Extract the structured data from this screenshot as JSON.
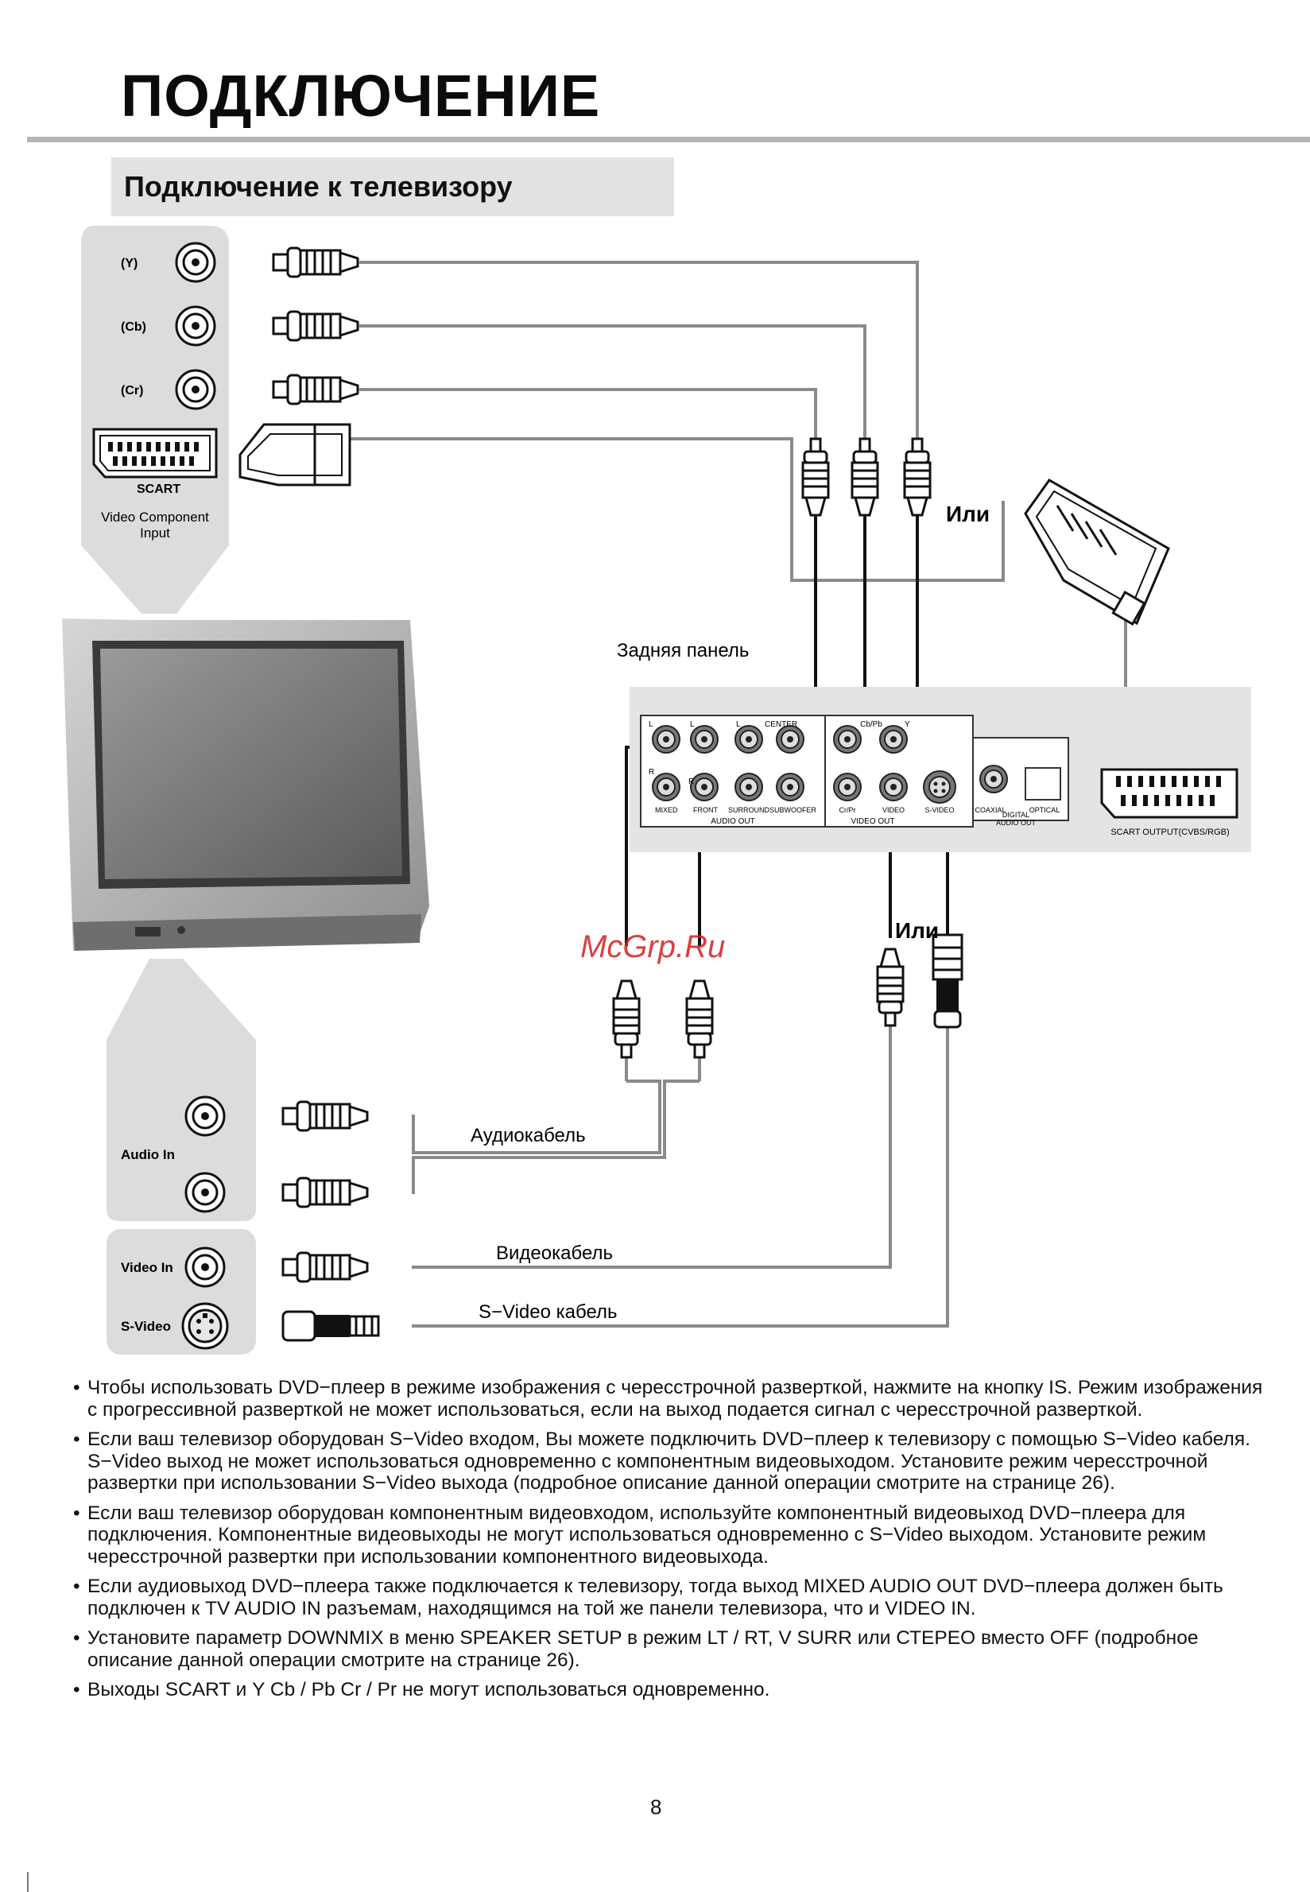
{
  "page": {
    "title": "ПОДКЛЮЧЕНИЕ",
    "section_heading": "Подключение к телевизору",
    "page_number": "8"
  },
  "tv_panel": {
    "jacks": {
      "y": "(Y)",
      "cb": "(Cb)",
      "cr": "(Cr)",
      "scart": "SCART"
    },
    "component_caption_line1": "Video Component",
    "component_caption_line2": "Input",
    "audio_in": "Audio In",
    "video_in": "Video In",
    "s_video": "S-Video"
  },
  "diagram": {
    "or_label_top": "Или",
    "or_label_bottom": "Или",
    "rear_panel_label": "Задняя панель",
    "audio_cable": "Аудиокабель",
    "video_cable": "Видеокабель",
    "s_video_cable": "S−Video кабель",
    "watermark": "McGrp.Ru"
  },
  "rear_panel": {
    "l1": "L",
    "l2": "L",
    "l3": "L",
    "center": "CENTER",
    "r1": "R",
    "r2": "R",
    "mixed": "MIXED",
    "front": "FRONT",
    "surround": "SURROUND",
    "subwoofer": "SUBWOOFER",
    "audio_out": "AUDIO OUT",
    "cb_pb": "Cb/Pb",
    "y": "Y",
    "cr_pr": "Cr/Pr",
    "video": "VIDEO",
    "s_video": "S-VIDEO",
    "video_out": "VIDEO OUT",
    "coaxial": "COAXIAL",
    "optical": "OPTICAL",
    "digital_audio_out_1": "DIGITAL",
    "digital_audio_out_2": "AUDIO OUT",
    "scart_output": "SCART OUTPUT(CVBS/RGB)"
  },
  "notes": [
    "Чтобы использовать DVD−плеер в режиме изображения с чересстрочной разверткой, нажмите на кнопку IS. Режим изображения с прогрессивной разверткой не может использоваться, если на выход подается сигнал с чересстрочной разверткой.",
    "Если ваш телевизор оборудован S−Video входом, Вы можете подключить DVD−плеер к телевизору с помощью S−Video кабеля. S−Video выход не может использоваться одновременно с компонентным видеовыходом. Установите режим чересстрочной развертки при использовании S−Video выхода (подробное описание данной операции смотрите на странице 26).",
    "Если ваш телевизор оборудован компонентным видеовходом, используйте компонентный видеовыход DVD−плеера для подключения. Компонентные видеовыходы не могут использоваться одновременно с S−Video выходом. Установите режим чересстрочной развертки при использовании компонентного видеовыхода.",
    "Если аудиовыход DVD−плеера также подключается к телевизору, тогда выход MIXED AUDIO OUT DVD−плеера должен быть подключен к TV AUDIO IN разъемам, находящимся на той же панели телевизора, что и VIDEO IN.",
    "Установите параметр DOWNMIX в меню SPEAKER SETUP в режим LT / RT, V SURR или СТЕРЕО вместо OFF (подробное описание данной операции смотрите на странице 26).",
    "Выходы SCART и Y Cb / Pb Cr / Pr не могут использоваться одновременно."
  ],
  "bullet": "•"
}
